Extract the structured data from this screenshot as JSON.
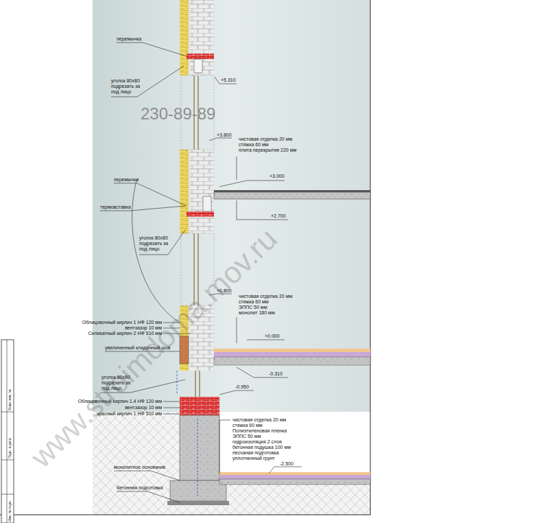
{
  "diagram": {
    "labels": [
      "перемычка",
      "уголок 80х80 подрезать за под лицо",
      "+5.310",
      "230-89-89",
      "+3.800",
      "чистовая отделка 20 мм",
      "стяжка 60 мм",
      "плита перекрытия 220 мм",
      "+3.000",
      "перемычка",
      "термовставка",
      "+2.700",
      "уголок 80х80 подрезать за под лицо",
      "+0.800",
      "чистовая отделка 20 мм",
      "стяжка 60 мм",
      "ЭППС 50 мм",
      "монолит 180 мм",
      "Облицовочный кирпич 1 НФ 120 мм",
      "вентзазор 10 мм",
      "Силикатный кирпич 2 НФ 510 мм",
      "+0.000",
      "увеличенный кладочный шов",
      "-0.310",
      "уголок 80х80 подрезать за под лицо",
      "-0.950",
      "Облицовочный кирпич 1.4 НФ 120 мм",
      "вентзазор 10 мм",
      "красный кирпич 1 НФ 510 мм",
      "чистовая отделка 20 мм",
      "стяжка 60 мм",
      "Полиэтиленовая пленка",
      "ЭППС 50 мм",
      "гидроизоляция 2 слоя",
      "бетонная подушка 100 мм",
      "песчаная подготовка",
      "уплотненный грунт",
      "-2.500",
      "монолитное основание",
      "бетонная подготовка",
      "www.stroimdoma.mov.ru",
      "Взам. инв. №",
      "Подп. и дата",
      "Инв. № подл."
    ]
  }
}
